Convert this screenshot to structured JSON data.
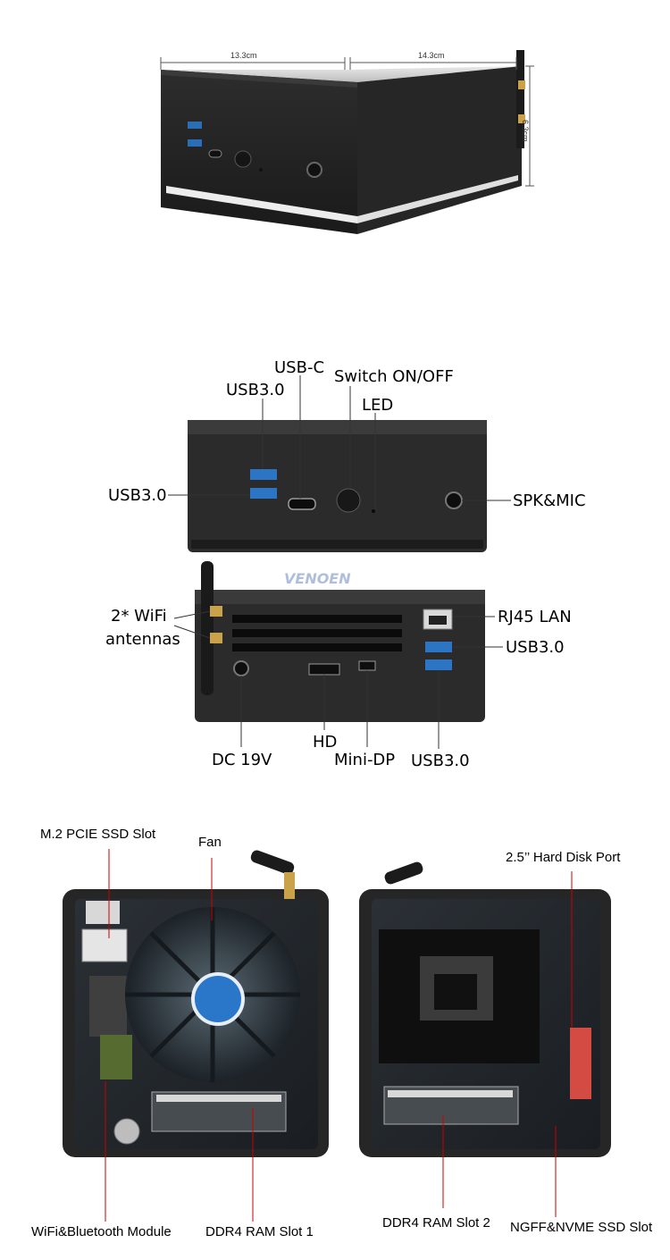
{
  "dimensions": {
    "width_label": "13.3cm",
    "depth_label": "14.3cm",
    "height_label": "6.3cm"
  },
  "brand": {
    "watermark": "VENOEN"
  },
  "front_panel": {
    "usb_top": "USB3.0",
    "usb_c": "USB-C",
    "switch": "Switch ON/OFF",
    "led": "LED",
    "usb_left": "USB3.0",
    "spk_mic": "SPK&MIC"
  },
  "rear_panel": {
    "wifi_line1": "2* WiFi",
    "wifi_line2": "antennas",
    "rj45": "RJ45 LAN",
    "usb_right": "USB3.0",
    "dc": "DC 19V",
    "hd": "HD",
    "minidp": "Mini-DP",
    "usb_bottom": "USB3.0"
  },
  "internals": {
    "m2_slot": "M.2 PCIE SSD Slot",
    "fan": "Fan",
    "hdd_port": "2.5’’ Hard Disk Port",
    "wifi_bt": "WiFi&Bluetooth Module",
    "ram1": "DDR4 RAM Slot 1",
    "ram2": "DDR4 RAM Slot 2",
    "ngff": "NGFF&NVME SSD Slot"
  }
}
